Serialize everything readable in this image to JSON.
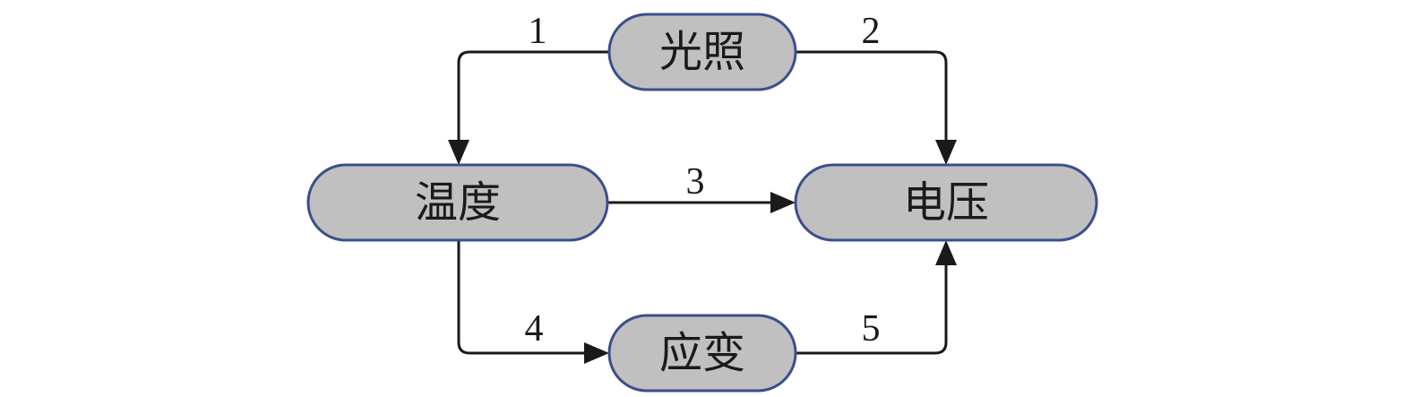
{
  "nodes": {
    "light": "光照",
    "temperature": "温度",
    "voltage": "电压",
    "strain": "应变"
  },
  "edges": {
    "e1": "1",
    "e2": "2",
    "e3": "3",
    "e4": "4",
    "e5": "5"
  },
  "colors": {
    "node_fill": "#c0c0c0",
    "node_border": "#3a4f8c",
    "line": "#1a1a1a"
  }
}
